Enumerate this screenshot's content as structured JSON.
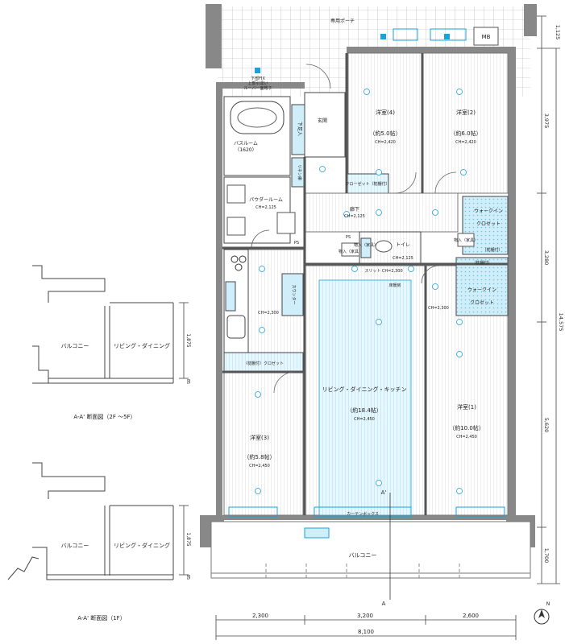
{
  "labels": {
    "porch": "専用ポーチ",
    "mb": "MB",
    "fix_window": "下部FIX",
    "louver": "上部引違い",
    "louver2": "ルーバー面格子",
    "bathroom": "バスルーム",
    "bathroom_size": "（1620）",
    "linen": "リネン庫",
    "shoe": "下足入",
    "entrance": "玄関",
    "powder": "パウダールーム",
    "powder_ch": "CH=2,125",
    "western4": "洋室(4)",
    "western4_size": "（約5.0帖）",
    "western4_ch": "CH=2,420",
    "western2": "洋室(2)",
    "western2_size": "（約6.0帖）",
    "western2_ch": "CH=2,420",
    "closet_shelf": "クローゼット（枕棚付）",
    "hall": "廊下",
    "hall_ch": "CH=2,125",
    "walkin1": "ウォークイン",
    "walkin1b": "クロゼット",
    "storage1": "物入（家具）",
    "shelf1": "（枕棚付）",
    "toilet": "トイレ",
    "toilet_ch": "CH=2,125",
    "storage2": "物入（家具）",
    "storage3": "物入（家具）",
    "ps": "PS",
    "slit": "スリット CH=2,300",
    "floor_heating": "床暖房",
    "kitchen_ch": "CH=2,300",
    "counter": "カウンター",
    "ldk": "リビング・ダイニング・キッチン",
    "ldk_size": "（約18.4帖）",
    "ldk_ch": "CH=2,450",
    "ch2300": "CH=2,300",
    "walkin2": "ウォークイン",
    "walkin2b": "クロゼット",
    "shelf2": "（枕棚付）",
    "closet_bottom": "（枕棚付）クロゼット",
    "western3": "洋室(3)",
    "western3_size": "（約5.8帖）",
    "western3_ch": "CH=2,450",
    "western1": "洋室(1)",
    "western1_size": "（約10.0帖）",
    "western1_ch": "CH=2,450",
    "curtain": "カーテンボックス",
    "balcony": "バルコニー",
    "section_a": "A",
    "section_a2": "A'"
  },
  "dims_right": [
    "1,125",
    "3,975",
    "3,280",
    "5,620",
    "1,700"
  ],
  "dim_total_right": "14,575",
  "dims_bottom": [
    "2,300",
    "3,200",
    "2,600"
  ],
  "dim_total_bottom": "8,100",
  "section1": {
    "balcony": "バルコニー",
    "living": "リビング・ダイニング",
    "height": "1,875",
    "step": "85",
    "caption": "A-A' 断面図（2F ～5F）"
  },
  "section2": {
    "balcony": "バルコニー",
    "living": "リビング・ダイニング",
    "height": "1,875",
    "step": "85",
    "caption": "A-A' 断面図（1F）"
  },
  "north": "N",
  "colors": {
    "wall": "#888888",
    "cyan": "#1aa3d9",
    "cyan_fill": "#cfeefa",
    "floor_line": "#d6d6d6"
  }
}
